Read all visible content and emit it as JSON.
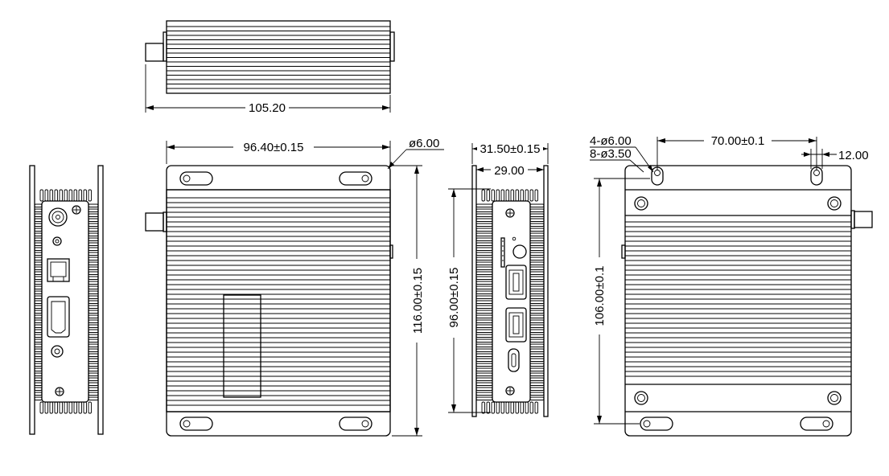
{
  "dimensions": {
    "top_length": "105.20",
    "front_width": "96.40±0.15",
    "corner_radius": "ø6.00",
    "front_height": "116.00±0.15",
    "side_width_outer": "31.50±0.15",
    "side_width_inner": "29.00",
    "side_height": "96.00±0.15",
    "bottom_holes_large": "4-ø6.00",
    "bottom_holes_small": "8-ø3.50",
    "bottom_hole_spacing": "70.00±0.1",
    "bottom_slot_width": "12.00",
    "bottom_hole_height": "106.00±0.1"
  },
  "colors": {
    "line": "#000000",
    "background": "#ffffff"
  }
}
